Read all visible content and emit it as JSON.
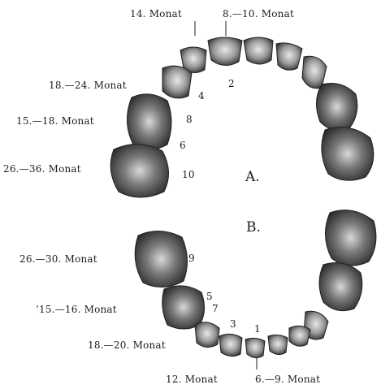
{
  "figure": {
    "sections": {
      "upper": "A.",
      "lower": "B."
    },
    "upper_jaw": {
      "eruption_labels": {
        "central_incisor": "8.—10. Monat",
        "lateral_incisor": "14. Monat",
        "first_molar": "18.—24. Monat",
        "canine": "15.—18. Monat",
        "second_molar": "26.—36. Monat"
      },
      "tooth_numbers": [
        "2",
        "4",
        "8",
        "6",
        "10"
      ]
    },
    "lower_jaw": {
      "eruption_labels": {
        "second_molar": "26.—30. Monat",
        "canine": "’15.—16. Monat",
        "first_molar": "18.—20. Monat",
        "lateral_incisor": "12. Monat",
        "central_incisor": "6.—9. Monat"
      },
      "tooth_numbers": [
        "9",
        "5",
        "7",
        "3",
        "1"
      ]
    },
    "colors": {
      "ink": "#1c1c1c",
      "tooth_dark": "#3a3a3a",
      "tooth_mid": "#8a8a8a",
      "tooth_light": "#e2e2e2",
      "background": "#ffffff"
    }
  }
}
